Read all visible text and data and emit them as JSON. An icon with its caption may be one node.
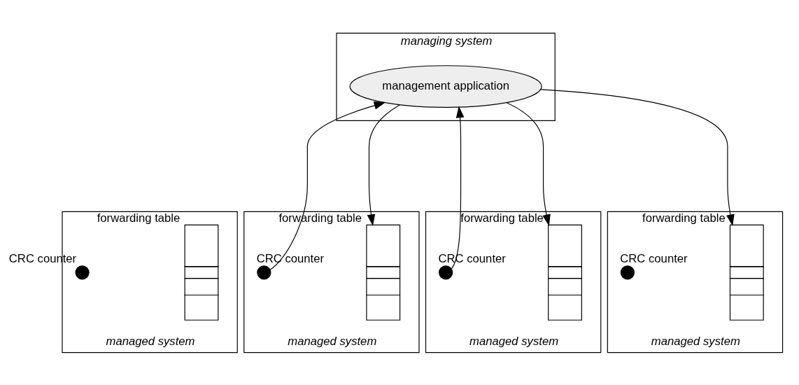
{
  "diagram": {
    "nodes": [
      {
        "text": [
          "managing system"
        ]
      },
      {
        "text": [
          "management application"
        ],
        "in": 0
      },
      {
        "text": [
          "managed system"
        ]
      },
      {
        "text": [],
        "shape": "circle",
        "in": 2,
        "beside": [
          "CRC counter"
        ]
      },
      {
        "text": [],
        "shape": "box",
        "in": 2,
        "beside": [
          "forwarding table"
        ]
      },
      {
        "text": [
          "managed system"
        ]
      },
      {
        "text": [],
        "shape": "circle",
        "in": 5,
        "beside": [
          "CRC counter"
        ]
      },
      {
        "text": [],
        "shape": "box",
        "in": 5,
        "beside": [
          "forwarding table"
        ]
      },
      {
        "text": [
          "managed system"
        ]
      },
      {
        "text": [],
        "shape": "circle",
        "in": 8,
        "beside": [
          "CRC counter"
        ]
      },
      {
        "text": [],
        "shape": "box",
        "in": 8,
        "beside": [
          "forwarding table"
        ]
      },
      {
        "text": [
          "managed system"
        ]
      },
      {
        "text": [],
        "shape": "circle",
        "in": 11,
        "beside": [
          "CRC counter"
        ]
      },
      {
        "text": [],
        "shape": "box",
        "in": 11,
        "beside": [
          "forwarding table"
        ]
      }
    ],
    "edges": [
      {
        "from": 6,
        "to": 1,
        "arrow": "to"
      },
      {
        "from": 1,
        "to": 7,
        "arrow": "to"
      },
      {
        "from": 9,
        "to": 1,
        "arrow": "to"
      },
      {
        "from": 1,
        "to": 10,
        "arrow": "to"
      },
      {
        "from": 1,
        "to": 13,
        "arrow": "to"
      }
    ]
  }
}
